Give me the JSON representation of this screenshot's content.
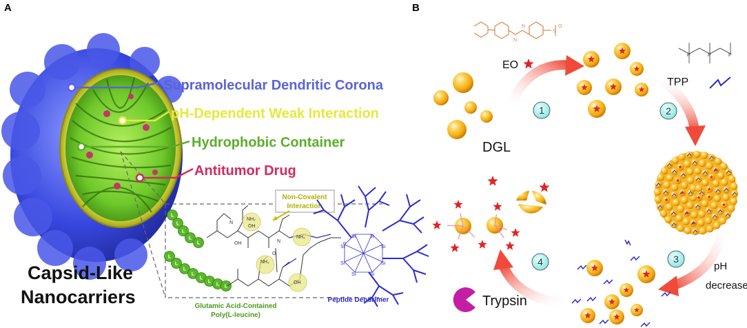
{
  "panel_a": {
    "letter": "A",
    "labels": {
      "corona": "Supramolecular Dendritic Corona",
      "ph": "pH-Dependent Weak Interaction",
      "hydrophobic": "Hydrophobic Container",
      "drug": "Antitumor Drug"
    },
    "title_line1": "Capsid-Like",
    "title_line2": "Nanocarriers",
    "non_covalent": "Non-Covalent",
    "interaction": "Interaction",
    "glutamic_line1": "Glutamic Acid-Contained",
    "glutamic_line2": "Poly(L-leucine)",
    "peptide_dendrimer": "Peptide Dendrimer",
    "residue_letter": "L",
    "chem_labels": {
      "nh2": "NH₂",
      "oh": "OH",
      "o": "O",
      "h": "H",
      "n": "N",
      "si": "Si",
      "n_sub": "n"
    }
  },
  "panel_b": {
    "letter": "B",
    "eo": "EO",
    "tpp": "TPP",
    "dgl": "DGL",
    "ph_line1": "pH",
    "ph_line2": "decrease",
    "trypsin": "Trypsin",
    "steps": [
      "1",
      "2",
      "3",
      "4"
    ],
    "chem_labels": {
      "so3": "S",
      "p": "P",
      "o": "O",
      "n": "N"
    }
  },
  "colors": {
    "corona_blue": "#5a63d8",
    "ph_yellow": "#e4ea3c",
    "hydro_green": "#5cae2a",
    "drug_red": "#d22a5c",
    "star_red": "#e02424",
    "sphere_gold": "#f2b21e",
    "arrow_red": "#ef5a4a",
    "step_cyan": "#a9f1f1",
    "trypsin_magenta": "#c31fa4"
  }
}
